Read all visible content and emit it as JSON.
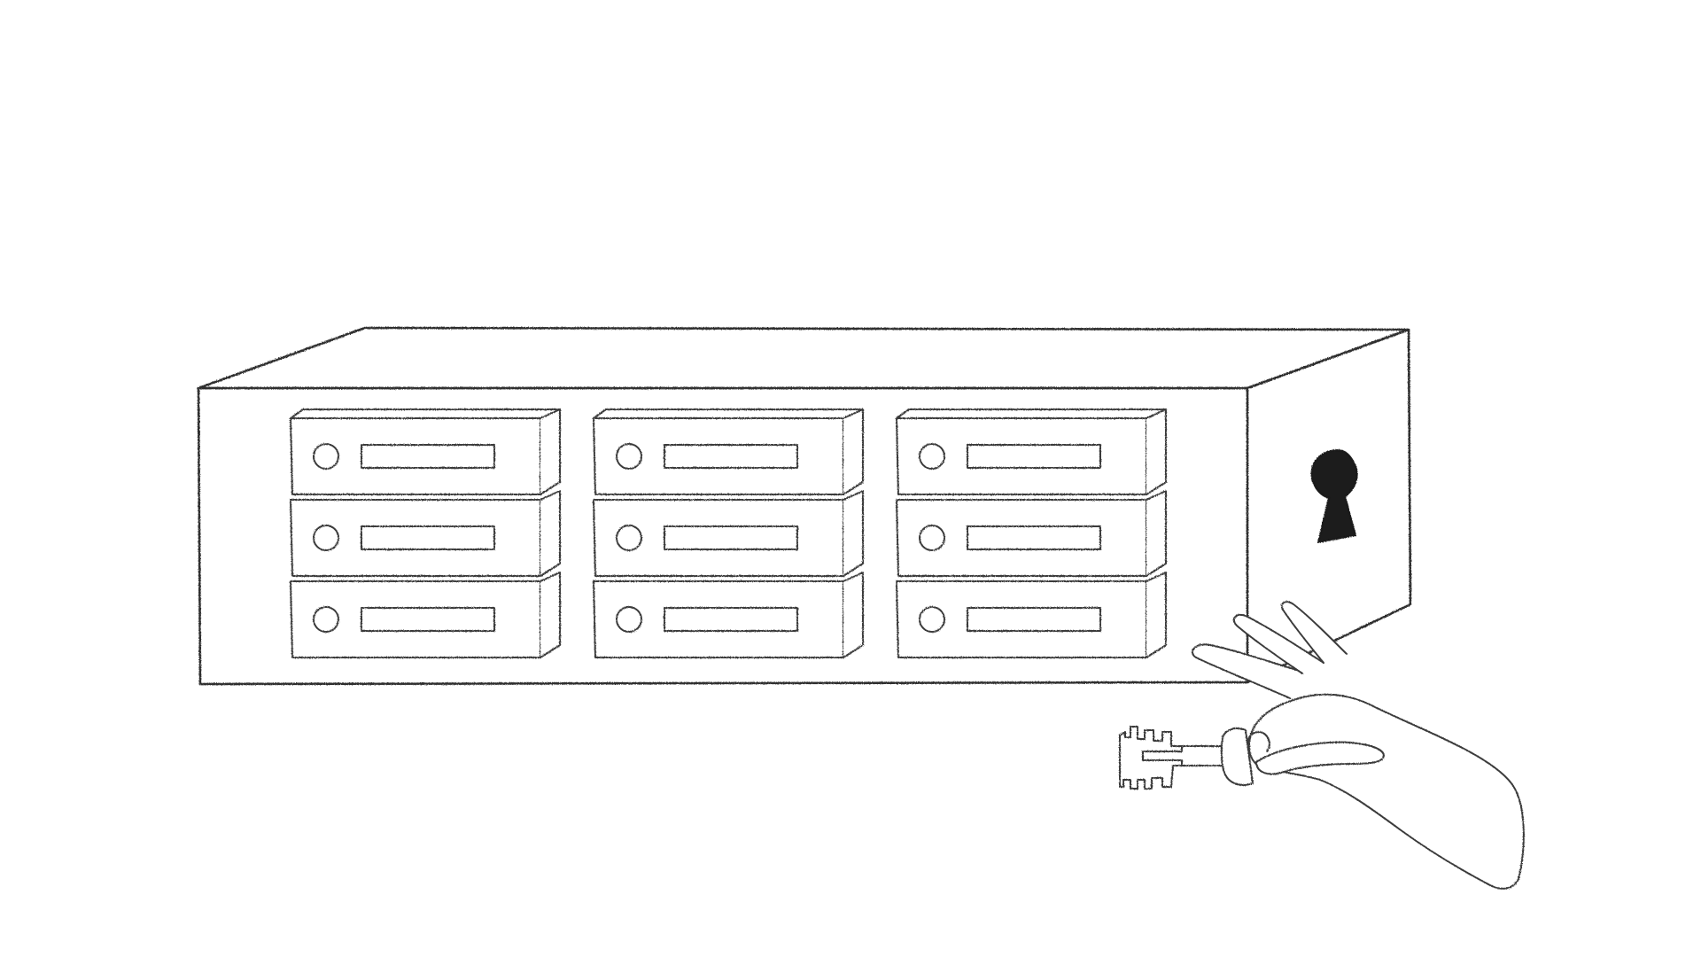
{
  "illustration": {
    "subject": "server-rack-with-lock",
    "style": "pencil-sketch",
    "colors": {
      "background": "#ffffff",
      "line": "#2e2e2e",
      "keyhole": "#1a1a1a"
    },
    "drive_bays": {
      "columns": 3,
      "rows": 3
    },
    "icons": [
      "keyhole-icon",
      "key-icon",
      "hand"
    ]
  }
}
